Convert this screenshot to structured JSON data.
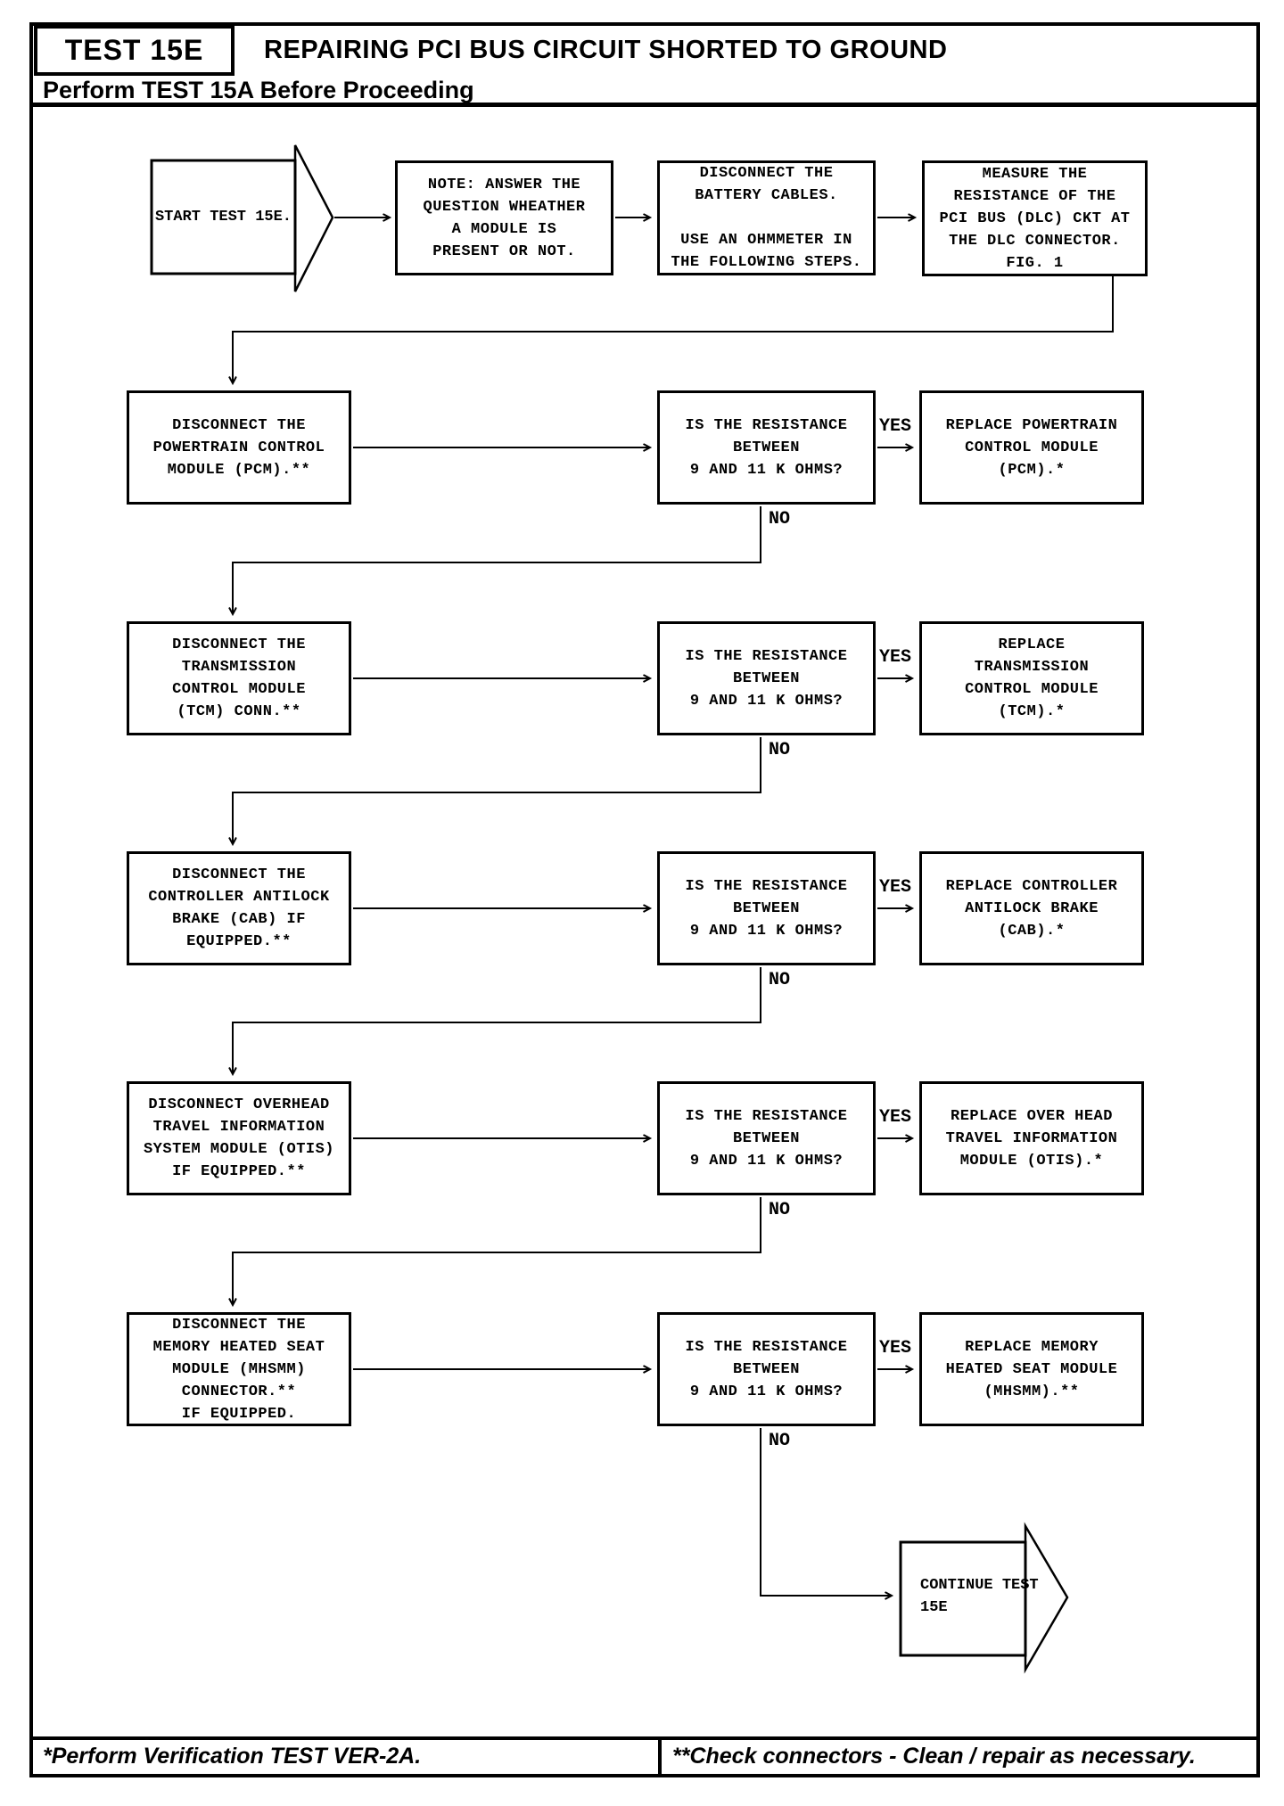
{
  "header": {
    "badge": "TEST 15E",
    "title": "REPAIRING PCI BUS CIRCUIT SHORTED TO GROUND",
    "subtitle": "Perform TEST 15A Before Proceeding"
  },
  "flow": {
    "start_label": "START TEST 15E.",
    "note": "NOTE: ANSWER THE\nQUESTION WHEATHER\nA MODULE IS\nPRESENT OR NOT.",
    "battery": "DISCONNECT THE\nBATTERY CABLES.\n\nUSE AN OHMMETER IN\nTHE FOLLOWING STEPS.",
    "measure": "MEASURE THE\nRESISTANCE OF THE\nPCI BUS (DLC) CKT AT\nTHE DLC CONNECTOR.\nFIG. 1",
    "question": "IS THE RESISTANCE\nBETWEEN\n9 AND 11 K OHMS?",
    "yes_label": "YES",
    "no_label": "NO",
    "continue_label": "CONTINUE TEST\n15E",
    "rows": [
      {
        "disconnect": "DISCONNECT THE\nPOWERTRAIN CONTROL\nMODULE (PCM).**",
        "replace": "REPLACE POWERTRAIN\nCONTROL MODULE\n(PCM).*"
      },
      {
        "disconnect": "DISCONNECT THE\nTRANSMISSION\nCONTROL MODULE\n(TCM) CONN.**",
        "replace": "REPLACE\nTRANSMISSION\nCONTROL MODULE\n(TCM).*"
      },
      {
        "disconnect": "DISCONNECT THE\nCONTROLLER ANTILOCK\nBRAKE (CAB) IF\nEQUIPPED.**",
        "replace": "REPLACE CONTROLLER\nANTILOCK BRAKE\n(CAB).*"
      },
      {
        "disconnect": "DISCONNECT OVERHEAD\nTRAVEL INFORMATION\nSYSTEM MODULE (OTIS)\nIF EQUIPPED.**",
        "replace": "REPLACE OVER HEAD\nTRAVEL INFORMATION\nMODULE (OTIS).*"
      },
      {
        "disconnect": "DISCONNECT THE\nMEMORY HEATED SEAT\nMODULE (MHSMM)\nCONNECTOR.**\nIF EQUIPPED.",
        "replace": "REPLACE MEMORY\nHEATED SEAT MODULE\n(MHSMM).**"
      }
    ]
  },
  "footer": {
    "left": "*Perform Verification TEST VER-2A.",
    "right": "**Check connectors - Clean / repair as necessary."
  }
}
